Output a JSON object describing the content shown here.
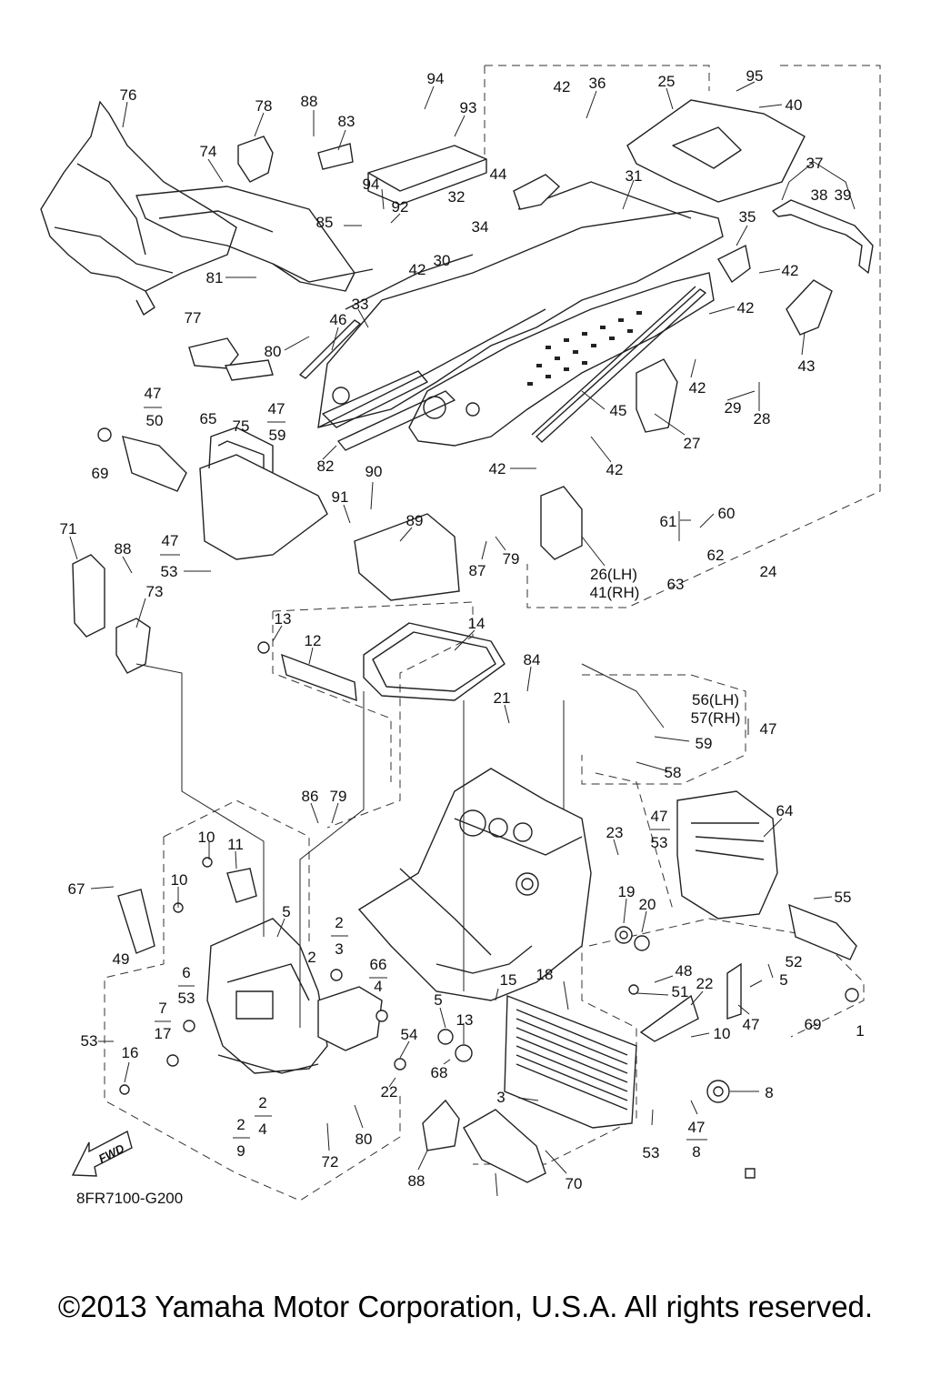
{
  "callouts": [
    {
      "id": "76",
      "label": "76"
    },
    {
      "id": "78",
      "label": "78"
    },
    {
      "id": "88a",
      "label": "88"
    },
    {
      "id": "83",
      "label": "83"
    },
    {
      "id": "94a",
      "label": "94"
    },
    {
      "id": "93",
      "label": "93"
    },
    {
      "id": "42a",
      "label": "42"
    },
    {
      "id": "36",
      "label": "36"
    },
    {
      "id": "25",
      "label": "25"
    },
    {
      "id": "95",
      "label": "95"
    },
    {
      "id": "40",
      "label": "40"
    },
    {
      "id": "74",
      "label": "74"
    },
    {
      "id": "94b",
      "label": "94"
    },
    {
      "id": "92",
      "label": "92"
    },
    {
      "id": "44",
      "label": "44"
    },
    {
      "id": "32",
      "label": "32"
    },
    {
      "id": "31",
      "label": "31"
    },
    {
      "id": "37",
      "label": "37"
    },
    {
      "id": "38",
      "label": "38"
    },
    {
      "id": "39",
      "label": "39"
    },
    {
      "id": "85",
      "label": "85"
    },
    {
      "id": "34",
      "label": "34"
    },
    {
      "id": "35",
      "label": "35"
    },
    {
      "id": "42b",
      "label": "42"
    },
    {
      "id": "30",
      "label": "30"
    },
    {
      "id": "42c",
      "label": "42"
    },
    {
      "id": "81",
      "label": "81"
    },
    {
      "id": "33",
      "label": "33"
    },
    {
      "id": "46",
      "label": "46"
    },
    {
      "id": "42d",
      "label": "42"
    },
    {
      "id": "77",
      "label": "77"
    },
    {
      "id": "80a",
      "label": "80"
    },
    {
      "id": "43",
      "label": "43"
    },
    {
      "id": "42e",
      "label": "42"
    },
    {
      "id": "47a",
      "label": "47"
    },
    {
      "id": "50",
      "label": "50"
    },
    {
      "id": "65",
      "label": "65"
    },
    {
      "id": "47b",
      "label": "47"
    },
    {
      "id": "59a",
      "label": "59"
    },
    {
      "id": "75",
      "label": "75"
    },
    {
      "id": "45",
      "label": "45"
    },
    {
      "id": "29",
      "label": "29"
    },
    {
      "id": "28",
      "label": "28"
    },
    {
      "id": "27",
      "label": "27"
    },
    {
      "id": "69a",
      "label": "69"
    },
    {
      "id": "82",
      "label": "82"
    },
    {
      "id": "42f",
      "label": "42"
    },
    {
      "id": "42g",
      "label": "42"
    },
    {
      "id": "90",
      "label": "90"
    },
    {
      "id": "91",
      "label": "91"
    },
    {
      "id": "60",
      "label": "60"
    },
    {
      "id": "61",
      "label": "61"
    },
    {
      "id": "71",
      "label": "71"
    },
    {
      "id": "89",
      "label": "89"
    },
    {
      "id": "88b",
      "label": "88"
    },
    {
      "id": "47c",
      "label": "47"
    },
    {
      "id": "53a",
      "label": "53"
    },
    {
      "id": "62",
      "label": "62"
    },
    {
      "id": "79a",
      "label": "79"
    },
    {
      "id": "87",
      "label": "87"
    },
    {
      "id": "26",
      "label": "26(LH)"
    },
    {
      "id": "41",
      "label": "41(RH)"
    },
    {
      "id": "63",
      "label": "63"
    },
    {
      "id": "24",
      "label": "24"
    },
    {
      "id": "73",
      "label": "73"
    },
    {
      "id": "13a",
      "label": "13"
    },
    {
      "id": "14",
      "label": "14"
    },
    {
      "id": "12",
      "label": "12"
    },
    {
      "id": "84",
      "label": "84"
    },
    {
      "id": "21",
      "label": "21"
    },
    {
      "id": "56",
      "label": "56(LH)"
    },
    {
      "id": "57",
      "label": "57(RH)"
    },
    {
      "id": "47d",
      "label": "47"
    },
    {
      "id": "59b",
      "label": "59"
    },
    {
      "id": "58",
      "label": "58"
    },
    {
      "id": "86",
      "label": "86"
    },
    {
      "id": "79b",
      "label": "79"
    },
    {
      "id": "64",
      "label": "64"
    },
    {
      "id": "47e",
      "label": "47"
    },
    {
      "id": "53b",
      "label": "53"
    },
    {
      "id": "23",
      "label": "23"
    },
    {
      "id": "10a",
      "label": "10"
    },
    {
      "id": "11",
      "label": "11"
    },
    {
      "id": "10b",
      "label": "10"
    },
    {
      "id": "67",
      "label": "67"
    },
    {
      "id": "19",
      "label": "19"
    },
    {
      "id": "20",
      "label": "20"
    },
    {
      "id": "55",
      "label": "55"
    },
    {
      "id": "5a",
      "label": "5"
    },
    {
      "id": "2a",
      "label": "2"
    },
    {
      "id": "3a",
      "label": "3"
    },
    {
      "id": "2b",
      "label": "2"
    },
    {
      "id": "4a",
      "label": "4"
    },
    {
      "id": "66",
      "label": "66"
    },
    {
      "id": "49",
      "label": "49"
    },
    {
      "id": "52",
      "label": "52"
    },
    {
      "id": "5b",
      "label": "5"
    },
    {
      "id": "6",
      "label": "6"
    },
    {
      "id": "53c",
      "label": "53"
    },
    {
      "id": "48",
      "label": "48"
    },
    {
      "id": "51",
      "label": "51"
    },
    {
      "id": "22a",
      "label": "22"
    },
    {
      "id": "15",
      "label": "15"
    },
    {
      "id": "18",
      "label": "18"
    },
    {
      "id": "5c",
      "label": "5"
    },
    {
      "id": "7",
      "label": "7"
    },
    {
      "id": "17",
      "label": "17"
    },
    {
      "id": "13b",
      "label": "13"
    },
    {
      "id": "54",
      "label": "54"
    },
    {
      "id": "47f",
      "label": "47"
    },
    {
      "id": "69b",
      "label": "69"
    },
    {
      "id": "1",
      "label": "1"
    },
    {
      "id": "53d",
      "label": "53"
    },
    {
      "id": "10c",
      "label": "10"
    },
    {
      "id": "16",
      "label": "16"
    },
    {
      "id": "68",
      "label": "68"
    },
    {
      "id": "8a",
      "label": "8"
    },
    {
      "id": "22b",
      "label": "22"
    },
    {
      "id": "3b",
      "label": "3"
    },
    {
      "id": "2c",
      "label": "2"
    },
    {
      "id": "4b",
      "label": "4"
    },
    {
      "id": "2d",
      "label": "2"
    },
    {
      "id": "9",
      "label": "9"
    },
    {
      "id": "80b",
      "label": "80"
    },
    {
      "id": "53e",
      "label": "53"
    },
    {
      "id": "47g",
      "label": "47"
    },
    {
      "id": "8b",
      "label": "8"
    },
    {
      "id": "72",
      "label": "72"
    },
    {
      "id": "88c",
      "label": "88"
    },
    {
      "id": "70",
      "label": "70"
    }
  ],
  "fwd_label": "FWD",
  "diagram_code": "8FR7100-G200",
  "copyright": "©2013 Yamaha Motor Corporation, U.S.A. All rights reserved."
}
